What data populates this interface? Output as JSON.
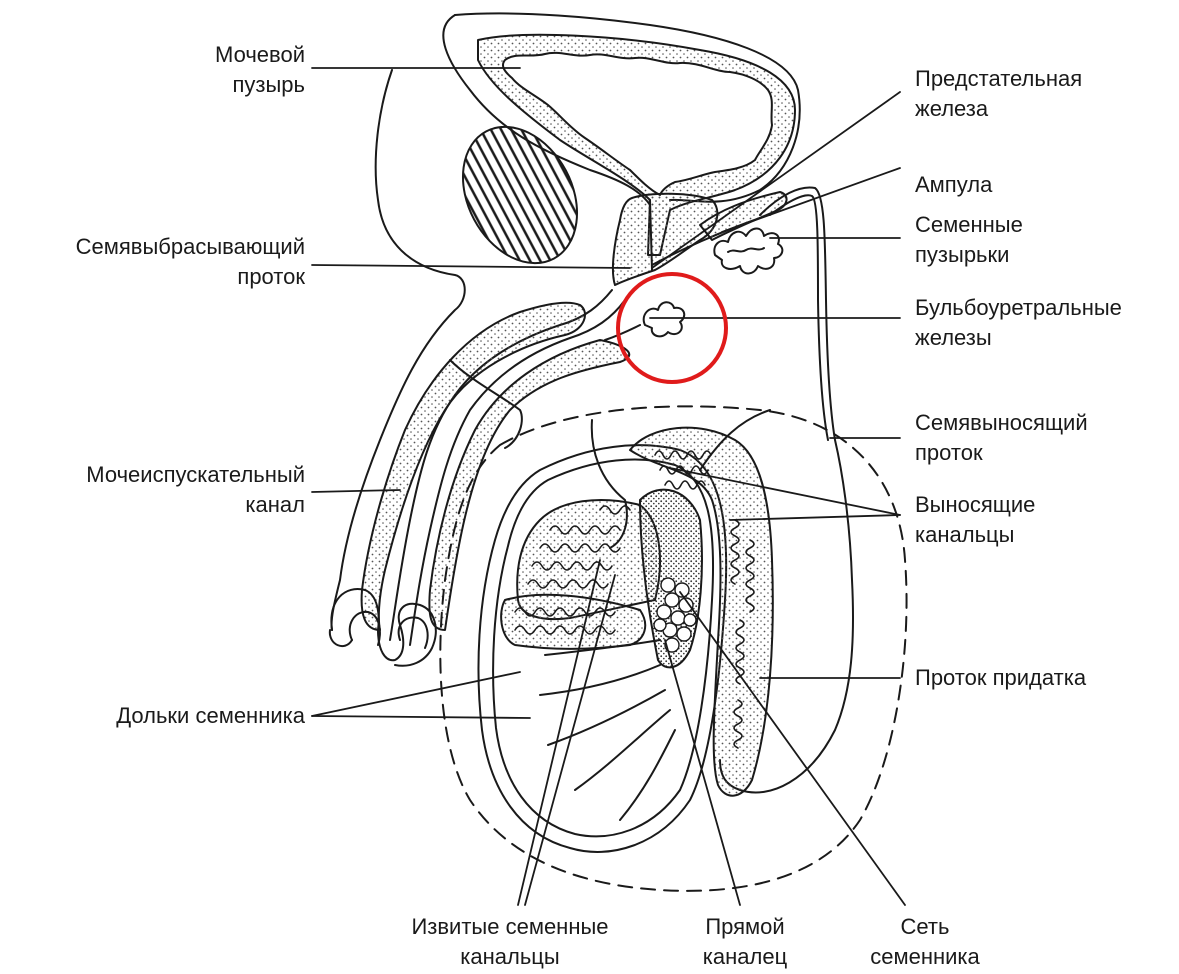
{
  "labels": {
    "bladder": [
      "Мочевой",
      "пузырь"
    ],
    "prostate": [
      "Предстательная",
      "железа"
    ],
    "ampulla": [
      "Ампула"
    ],
    "seminal_vesicles": [
      "Семенные",
      "пузырьки"
    ],
    "ejaculatory_duct": [
      "Семявыбрасывающий",
      "проток"
    ],
    "bulbourethral": [
      "Бульбоуретральные",
      "железы"
    ],
    "vas_deferens": [
      "Семявыносящий",
      "проток"
    ],
    "urethra": [
      "Мочеиспускательный",
      "канал"
    ],
    "efferent": [
      "Выносящие",
      "канальцы"
    ],
    "epididymis_duct": [
      "Проток придатка"
    ],
    "lobules": [
      "Дольки семенника"
    ],
    "seminiferous": [
      "Извитые семенные",
      "канальцы"
    ],
    "straight": [
      "Прямой",
      "каналец"
    ],
    "rete": [
      "Сеть",
      "семенника"
    ]
  },
  "colors": {
    "line": "#1a1a1a",
    "highlight_circle": "#e01b1b",
    "hatch": "#1a1a1a",
    "stipple": "#555555"
  },
  "highlight": {
    "target": "bulbourethral"
  }
}
